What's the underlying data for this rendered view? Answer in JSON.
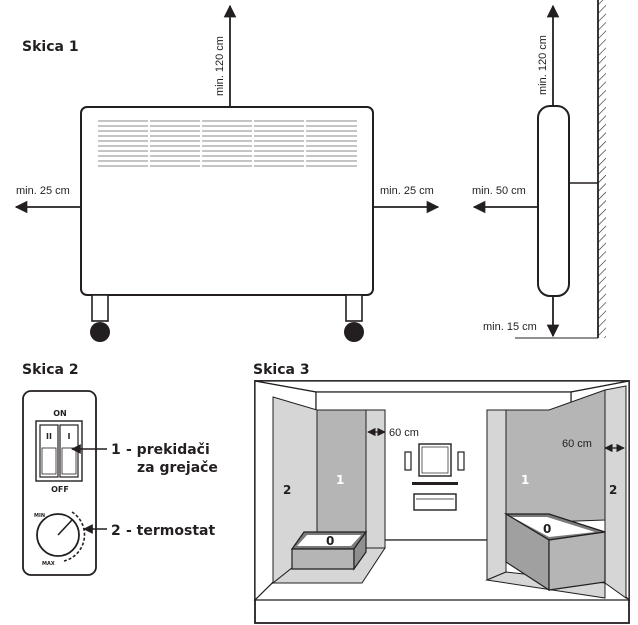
{
  "sketch1": {
    "title": "Skica 1",
    "clearance_top": "min. 120 cm",
    "clearance_left": "min. 25 cm",
    "clearance_right": "min. 25 cm",
    "side_top": "min. 120 cm",
    "side_front": "min. 50 cm",
    "side_bottom": "min. 15 cm"
  },
  "sketch2": {
    "title": "Skica 2",
    "on_label": "ON",
    "off_label": "OFF",
    "switch_left": "II",
    "switch_right": "I",
    "min_label": "MIN",
    "max_label": "MAX",
    "callout1_number": "1",
    "callout1_line1": "- prekidači",
    "callout1_line2": "za grejače",
    "callout2_number": "2",
    "callout2_text": "- termostat"
  },
  "sketch3": {
    "title": "Skica 3",
    "left_distance": "60 cm",
    "right_distance": "60 cm",
    "zone_0_left": "0",
    "zone_1_left": "1",
    "zone_2_left": "2",
    "zone_0_right": "0",
    "zone_1_right": "1",
    "zone_2_right": "2"
  }
}
